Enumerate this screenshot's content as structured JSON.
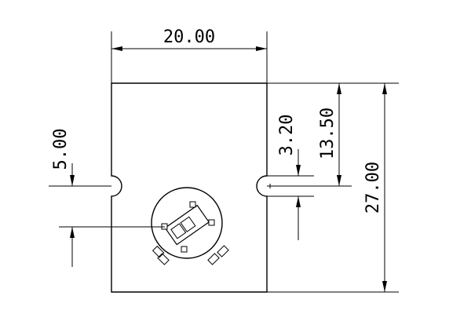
{
  "drawing": {
    "dimensions": {
      "width": "20.00",
      "height": "27.00",
      "notch_depth": "5.00",
      "notch_height": "13.50",
      "slot_width": "3.20"
    }
  }
}
